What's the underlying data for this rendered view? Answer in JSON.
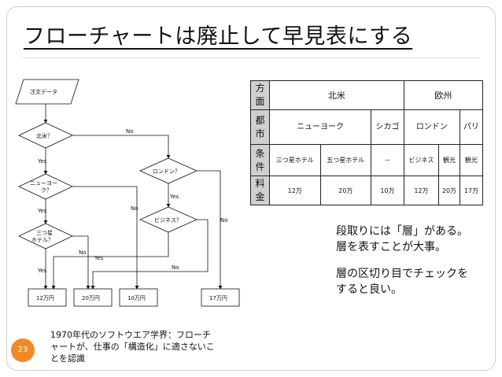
{
  "slide": {
    "title": "フローチャートは廃止して早見表にする",
    "page_number": "23",
    "caption": "1970年代のソフトウエア学界：フローチャートが、仕事の「構造化」に適さないことを認識"
  },
  "flowchart": {
    "start": "注文データ",
    "decisions": {
      "na": "北米？",
      "london": "ロンドン？",
      "ny": "ニューヨーク？",
      "biz": "ビジネス？",
      "three_star": "三つ星ホテル？"
    },
    "labels": {
      "yes": "Yes",
      "no": "No"
    },
    "results": [
      "12万円",
      "20万円",
      "10万円",
      "17万円"
    ]
  },
  "table": {
    "row_heads": [
      "方面",
      "都市",
      "条件",
      "料金"
    ],
    "regions": [
      "北米",
      "欧州"
    ],
    "cities": [
      "ニューヨーク",
      "シカゴ",
      "ロンドン",
      "パリ"
    ],
    "conditions": [
      "三つ星ホテル",
      "五つ星ホテル",
      "－",
      "ビジネス",
      "観光",
      "観光"
    ],
    "prices": [
      "12万",
      "20万",
      "10万",
      "12万",
      "20万",
      "17万"
    ]
  },
  "notes": {
    "line1": "段取りには「層」がある。",
    "line2": "層を表すことが大事。",
    "line3": "層の区切り目でチェックを",
    "line4": "すると良い。"
  }
}
